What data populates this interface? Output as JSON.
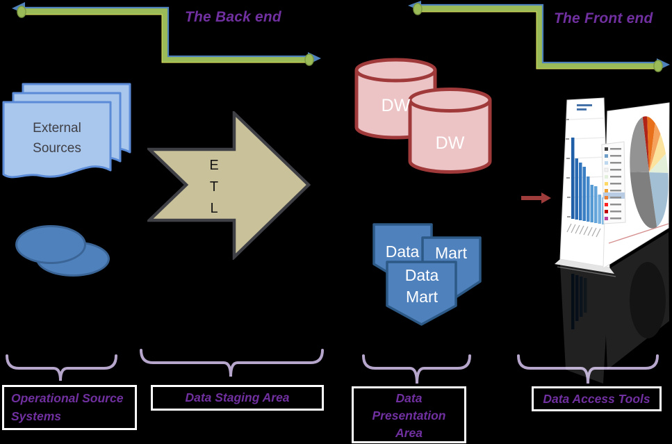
{
  "header": {
    "back_end": "The Back end",
    "front_end": "The Front end"
  },
  "back_end_section": {
    "external_sources_label": "External\nSources",
    "etl_label": "E\nT\nL"
  },
  "front_end_section": {
    "dw1_label": "DW",
    "dw2_label": "DW",
    "mart_back_left_label": "Data",
    "mart_back_right_label": "Mart",
    "mart_front_label": "Data\nMart"
  },
  "bottom_labels": {
    "operational_source_systems": "Operational Source\nSystems",
    "data_staging_area": "Data Staging Area",
    "data_presentation_area": "Data\nPresentation\nArea",
    "data_access_tools": "Data Access Tools"
  },
  "colors": {
    "heading_purple": "#7030A0",
    "brace_lavender": "#B6A6CC",
    "connector_green": "#9BBB59",
    "connector_blue": "#4E80BB",
    "etl_fill": "#C9C199",
    "etl_border": "#3F3F46",
    "document_fill": "#A9C7ED",
    "document_border": "#5B8BD6",
    "ellipse_fill": "#4F81BD",
    "cylinder_fill": "#EDC4C6",
    "cylinder_border": "#A03A3A",
    "mart_fill": "#4F81BD",
    "mart_border": "#2D5986",
    "label_box_border": "#FFFFFF",
    "red_arrow": "#9E3B3B"
  }
}
